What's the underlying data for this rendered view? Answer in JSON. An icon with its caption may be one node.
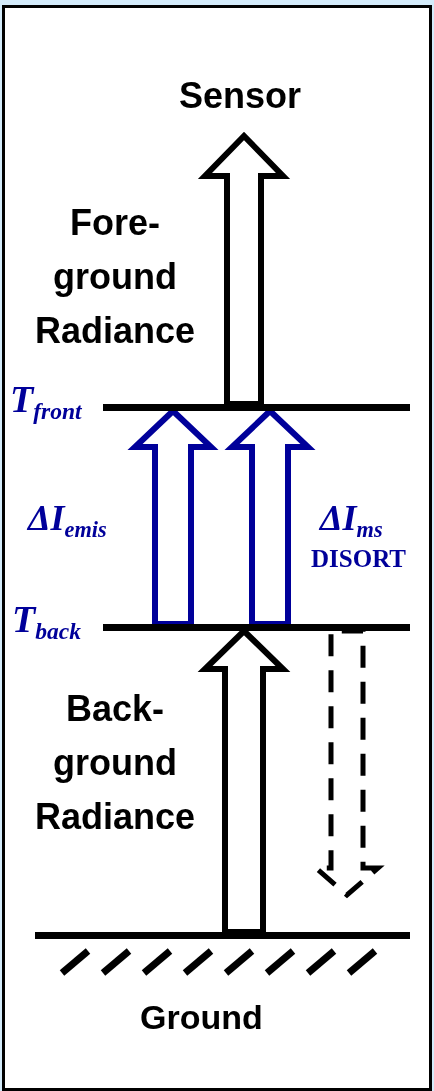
{
  "diagram": {
    "nodes": [
      {
        "text": [
          "Sensor"
        ]
      },
      {
        "text": [],
        "shape": "bar",
        "beside": [
          "T$_{front}$"
        ]
      },
      {
        "text": [],
        "shape": "bar",
        "beside": [
          "T$_{back}$"
        ]
      },
      {
        "text": [],
        "shape": "bar",
        "beside": [
          "Ground"
        ]
      }
    ],
    "edges": [
      {
        "from": 1,
        "to": 0,
        "arrow": "to"
      },
      {
        "from": 2,
        "to": 1,
        "arrow": "to",
        "color": "#00009a"
      },
      {
        "from": 2,
        "to": 1,
        "arrow": "to",
        "color": "#00009a"
      },
      {
        "from": 3,
        "to": 2,
        "arrow": "to"
      },
      {
        "from": 2,
        "to": null,
        "arrow": "to",
        "style": "dashed"
      }
    ],
    "labels": [
      "Fore- ground Radiance",
      "ΔI$_{emis}$",
      "ΔI$_{ms}$",
      "DISORT",
      "Back- ground Radiance"
    ]
  }
}
